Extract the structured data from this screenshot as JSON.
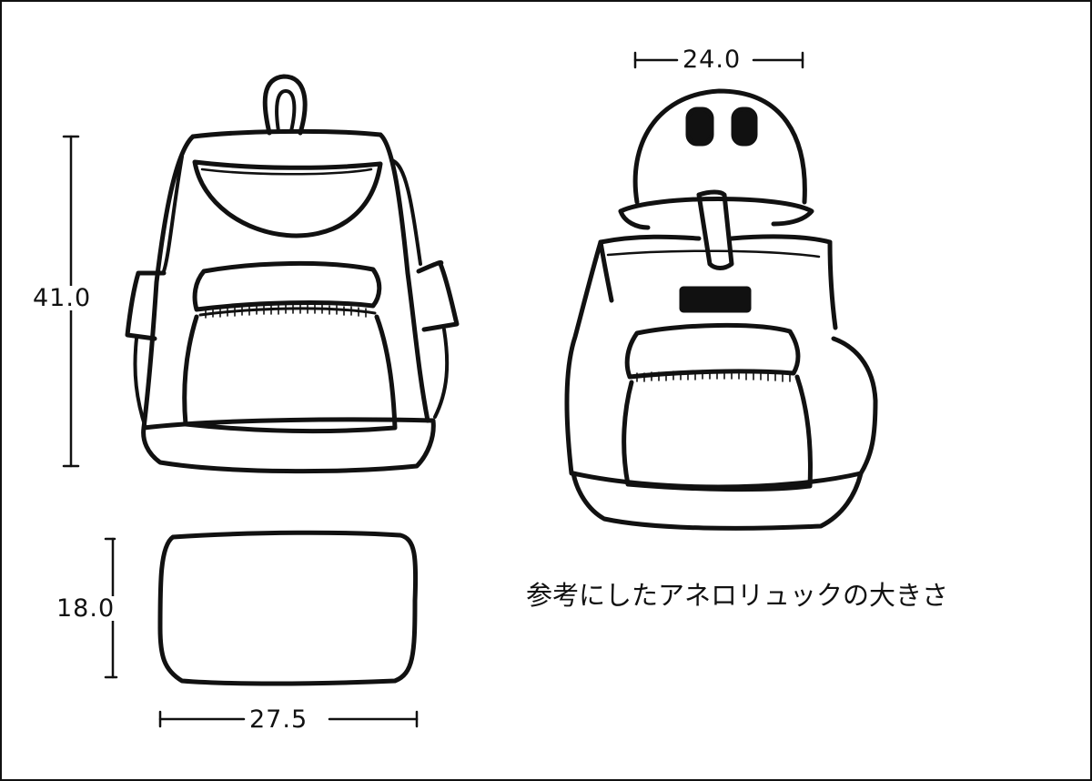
{
  "dimensions": {
    "height": "41.0",
    "depth": "18.0",
    "width_bottom": "27.5",
    "width_top": "24.0"
  },
  "caption": "参考にしたアネロリュックの大きさ",
  "colors": {
    "ink": "#111111",
    "paper": "#ffffff"
  }
}
